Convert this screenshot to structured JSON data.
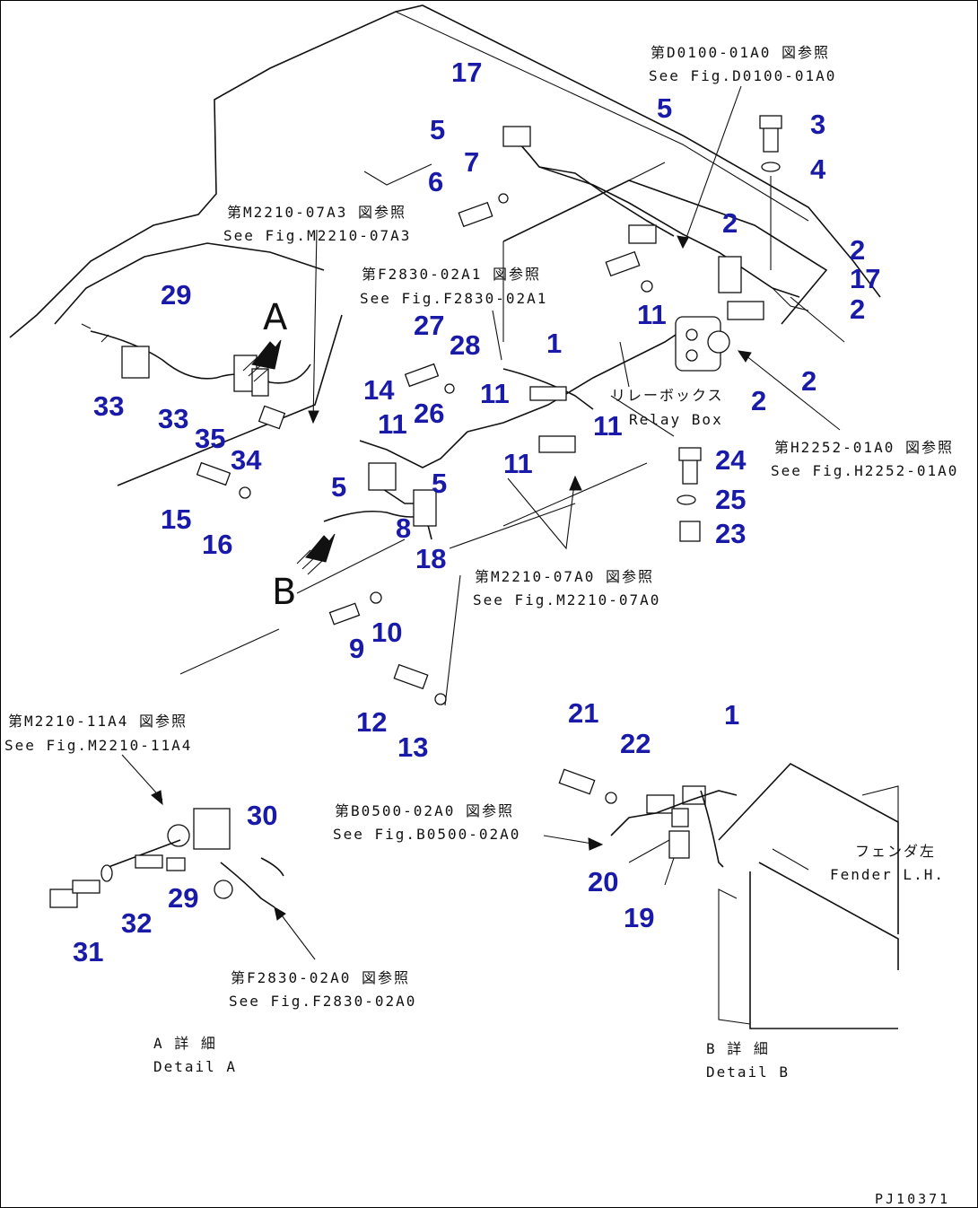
{
  "callouts": {
    "c1": "17",
    "c2": "5",
    "c3": "5",
    "c4": "7",
    "c5": "6",
    "c6": "3",
    "c7": "4",
    "c8": "2",
    "c9": "2",
    "c10": "17",
    "c11": "2",
    "c12": "2",
    "c13": "2",
    "c14": "29",
    "c15": "27",
    "c16": "28",
    "c17": "1",
    "c18": "11",
    "c19": "14",
    "c20": "11",
    "c21": "26",
    "c22": "11",
    "c23": "11",
    "c24": "33",
    "c25": "33",
    "c26": "35",
    "c27": "34",
    "c28": "11",
    "c29": "5",
    "c30": "5",
    "c31": "8",
    "c32": "18",
    "c33": "15",
    "c34": "16",
    "c35": "24",
    "c36": "25",
    "c37": "23",
    "c38": "9",
    "c39": "10",
    "c40": "12",
    "c41": "13",
    "c42": "21",
    "c43": "22",
    "c44": "1",
    "c45": "30",
    "c46": "29",
    "c47": "32",
    "c48": "31",
    "c49": "20",
    "c50": "19"
  },
  "refs": {
    "r1a": "第D0100-01A0 図参照",
    "r1b": "See Fig.D0100-01A0",
    "r2a": "第M2210-07A3 図参照",
    "r2b": "See Fig.M2210-07A3",
    "r3a": "第F2830-02A1 図参照",
    "r3b": "See Fig.F2830-02A1",
    "r4a": "第H2252-01A0 図参照",
    "r4b": "See Fig.H2252-01A0",
    "r5a": "第M2210-07A0 図参照",
    "r5b": "See Fig.M2210-07A0",
    "r6a": "第M2210-11A4 図参照",
    "r6b": "See Fig.M2210-11A4",
    "r7a": "第B0500-02A0 図参照",
    "r7b": "See Fig.B0500-02A0",
    "r8a": "第F2830-02A0 図参照",
    "r8b": "See Fig.F2830-02A0",
    "relay_jp": "リレーボックス",
    "relay_en": "Relay Box",
    "fender_jp": "フェンダ左",
    "fender_en": "Fender L.H.",
    "detA_jp": "A 詳 細",
    "detA_en": "Detail A",
    "detB_jp": "B 詳 細",
    "detB_en": "Detail B"
  },
  "views": {
    "a": "A",
    "b": "B"
  },
  "drawing_code": "PJ10371",
  "colors": {
    "callout": "#1a1aa8",
    "line": "#111111"
  }
}
